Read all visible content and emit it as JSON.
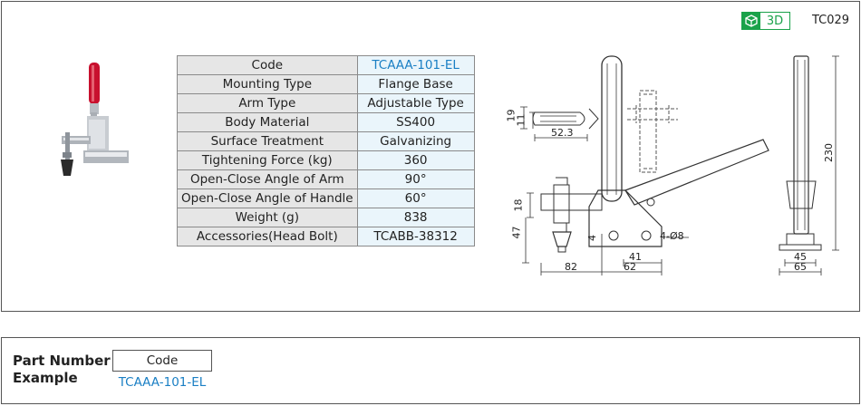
{
  "badge": {
    "label": "3D",
    "icon": "cube-icon",
    "color": "#1aa24a"
  },
  "catalog_code": "TC029",
  "specs": [
    {
      "label": "Code",
      "value": "TCAAA-101-EL"
    },
    {
      "label": "Mounting Type",
      "value": "Flange Base"
    },
    {
      "label": "Arm Type",
      "value": "Adjustable Type"
    },
    {
      "label": "Body Material",
      "value": "SS400"
    },
    {
      "label": "Surface Treatment",
      "value": "Galvanizing"
    },
    {
      "label": "Tightening Force (kg)",
      "value": "360"
    },
    {
      "label": "Open-Close Angle of Arm",
      "value": "90°"
    },
    {
      "label": "Open-Close  Angle of Handle",
      "value": "60°"
    },
    {
      "label": "Weight (g)",
      "value": "838"
    },
    {
      "label": "Accessories(Head Bolt)",
      "value": "TCABB-38312"
    }
  ],
  "dimensions": {
    "d19": "19",
    "d11": "11",
    "d52_3": "52.3",
    "d18": "18",
    "d47": "47",
    "d4": "4",
    "d4_8": "4-Ø8",
    "d41": "41",
    "d62": "62",
    "d82": "82",
    "d230": "230",
    "d45": "45",
    "d65": "65"
  },
  "part_number": {
    "title_line1": "Part Number",
    "title_line2": "Example",
    "header": "Code",
    "value": "TCAAA-101-EL"
  },
  "colors": {
    "accent": "#1a7fc4",
    "badge": "#1aa24a",
    "handle": "#c8102e"
  }
}
